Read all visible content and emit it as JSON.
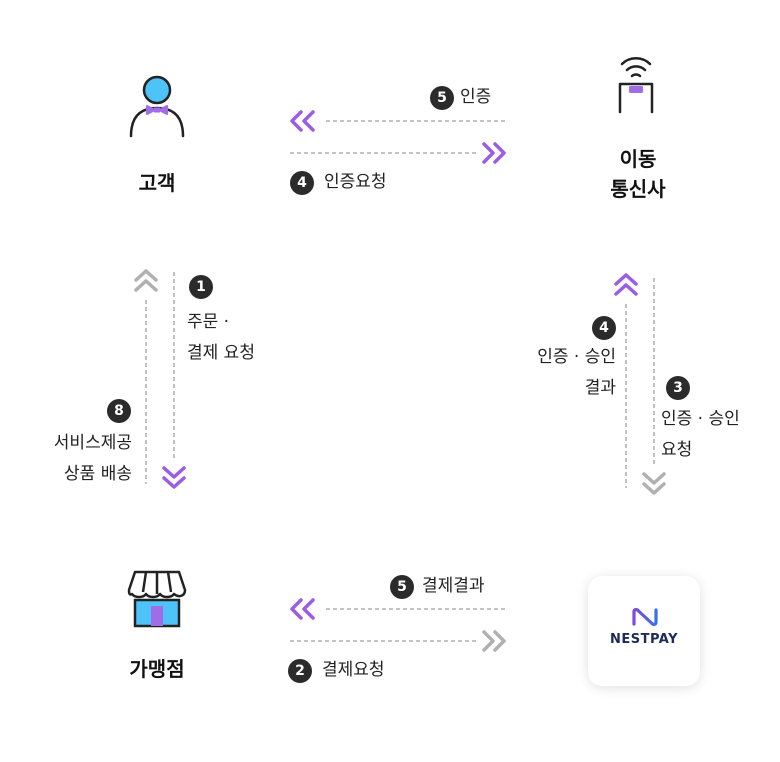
{
  "nodes": {
    "customer": "고객",
    "carrier_line1": "이동",
    "carrier_line2": "통신사",
    "merchant": "가맹점",
    "pg_brand": "NESTPAY"
  },
  "flows": {
    "top_return": {
      "step": "5",
      "label": "인증"
    },
    "top_send": {
      "step": "4",
      "label": "인증요청"
    },
    "left_down": {
      "step": "1",
      "line1": "주문 ·",
      "line2": "결제 요청"
    },
    "left_up": {
      "step": "8",
      "line1": "서비스제공",
      "line2": "상품 배송"
    },
    "right_up": {
      "step": "4",
      "line1": "인증 · 승인",
      "line2": "결과"
    },
    "right_down": {
      "step": "3",
      "line1": "인증 · 승인",
      "line2": "요청"
    },
    "bottom_return": {
      "step": "5",
      "label": "결제결과"
    },
    "bottom_send": {
      "step": "2",
      "label": "결제요청"
    }
  },
  "colors": {
    "accent_purple": "#9b5de5",
    "accent_blue": "#4ec3f7",
    "arrow_gray": "#b0b0b0",
    "line_dark": "#222222"
  },
  "icons": {
    "customer": "person-bowtie-icon",
    "carrier": "mobile-signal-icon",
    "merchant": "storefront-icon",
    "pg": "nestpay-logo"
  }
}
